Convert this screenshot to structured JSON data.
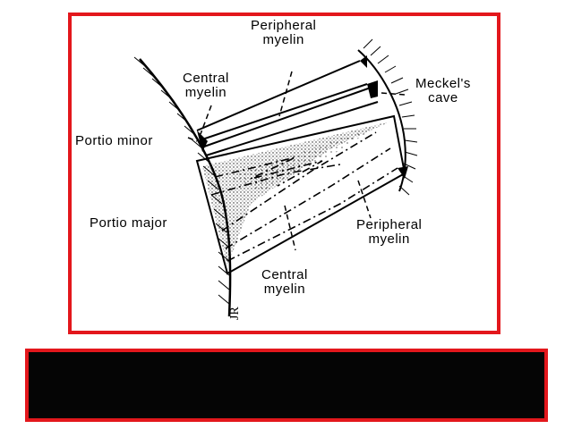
{
  "figure": {
    "labels": {
      "peripheral_myelin_top": "Peripheral\nmyelin",
      "central_myelin_top": "Central\nmyelin",
      "meckels_cave": "Meckel's\ncave",
      "portio_minor": "Portio minor",
      "portio_major": "Portio major",
      "peripheral_myelin_bottom": "Peripheral\nmyelin",
      "central_myelin_bottom": "Central\nmyelin"
    },
    "signature": "JR"
  },
  "caption": {
    "text": ""
  },
  "colors": {
    "frame_border": "#e3171c",
    "caption_background": "#050505",
    "ink": "#000000"
  }
}
